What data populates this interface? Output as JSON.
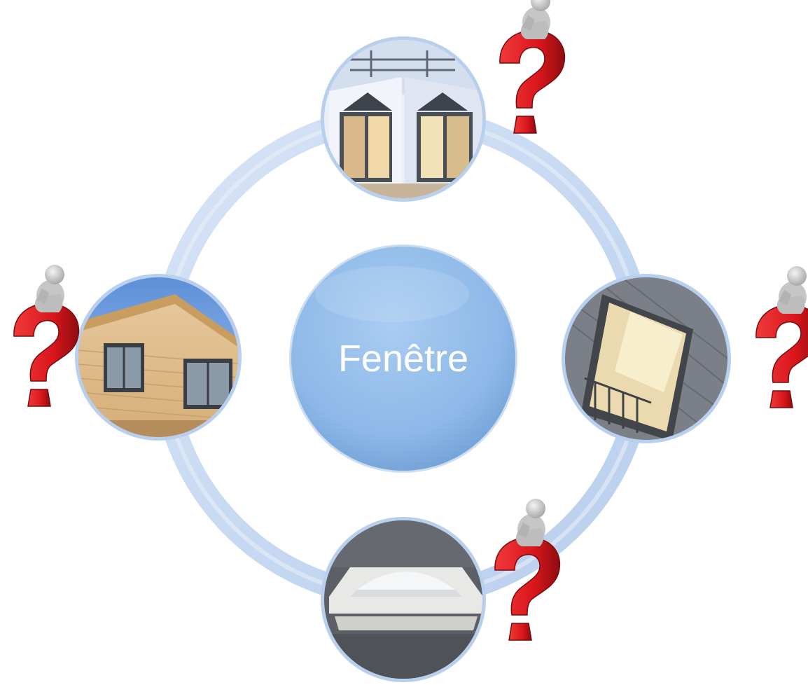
{
  "diagram": {
    "center": {
      "label": "Fenêtre",
      "fill": "#8db8e8",
      "text_color": "#ffffff"
    },
    "ring_color": "#c9dbf2",
    "nodes": [
      {
        "id": "node-top",
        "subject": "glazed-corner-patio-doors-photo",
        "question_mark": true
      },
      {
        "id": "node-right",
        "subject": "roof-window-balcony-photo",
        "question_mark": true
      },
      {
        "id": "node-bottom",
        "subject": "rooflight-dome-photo",
        "question_mark": true
      },
      {
        "id": "node-left",
        "subject": "timber-house-windows-photo",
        "question_mark": true
      }
    ],
    "question_mark_color": "#d9161c",
    "figure_color": "#d6d6d6"
  }
}
